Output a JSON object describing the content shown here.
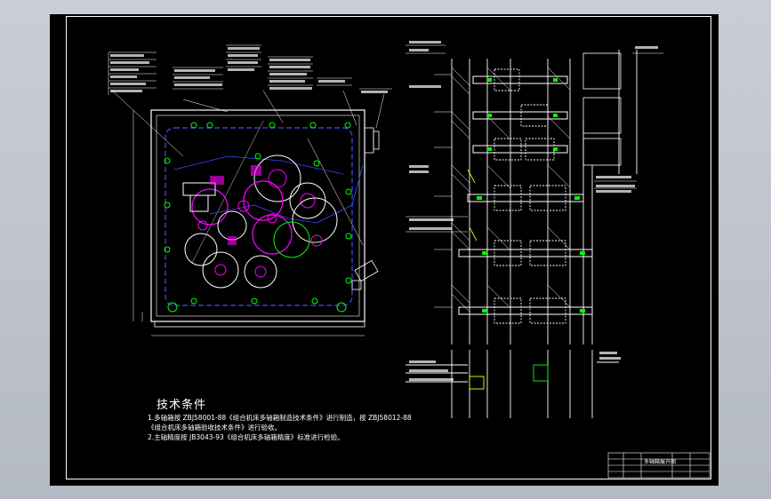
{
  "drawing": {
    "tech_conditions_title": "技术条件",
    "tech_lines": [
      "1.多轴箱按 ZBJ58001-88《组合机床多轴箱制造技术条件》进行制造，按 ZBJ58012-88",
      "《组合机床多轴箱验收技术条件》进行验收。",
      "2.主轴精度按 JB3043-93《组合机床多轴箱精度》标准进行检验。"
    ],
    "title_block_name": "多轴箱展开图"
  },
  "colors": {
    "background": "#000000",
    "lines": "#ffffff",
    "gears": "#ff00ff",
    "centerlines": "#3c4cff",
    "solid": "#00ff00",
    "hatch": "#ffff00"
  }
}
